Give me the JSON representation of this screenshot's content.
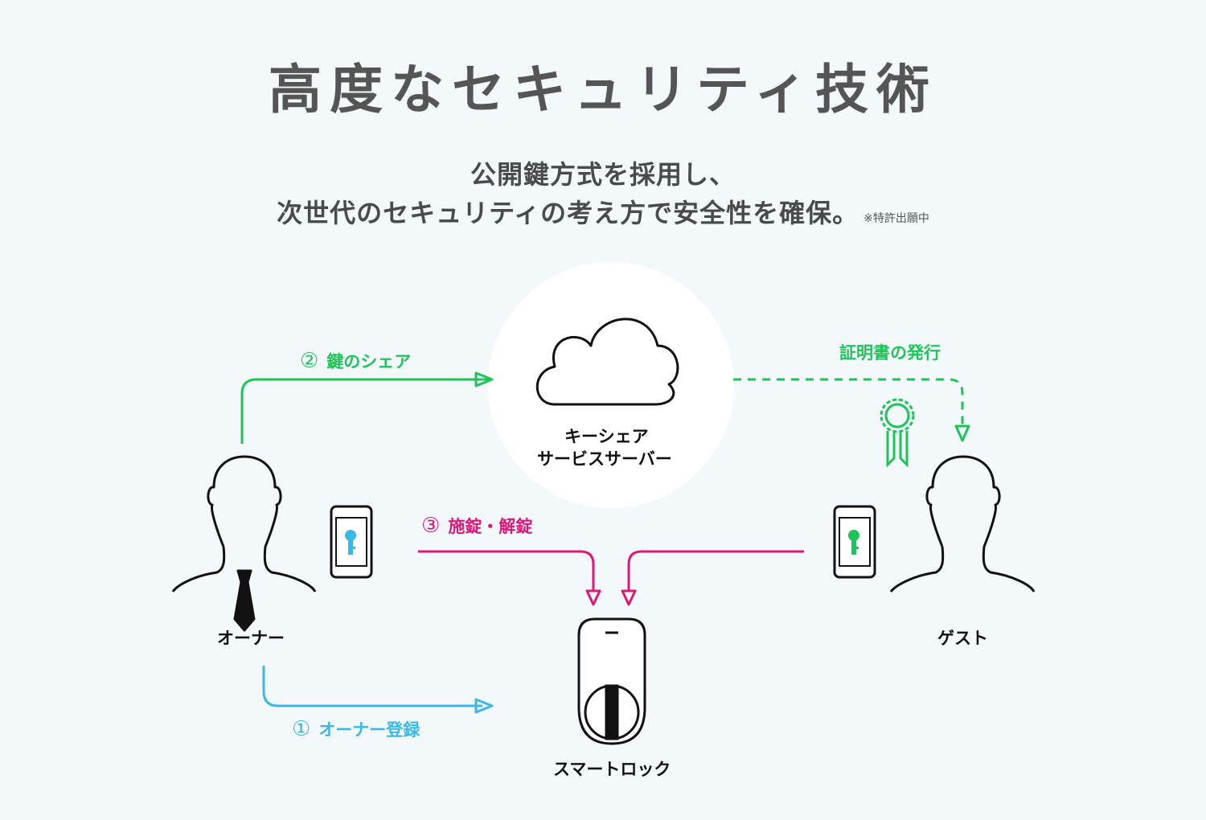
{
  "title": "高度なセキュリティ技術",
  "subtitle_line1": "公開鍵方式を採用し、",
  "subtitle_line2": "次世代のセキュリティの考え方で安全性を確保。",
  "subtitle_note": "※特許出願中",
  "nodes": {
    "server_line1": "キーシェア",
    "server_line2": "サービスサーバー",
    "owner": "オーナー",
    "guest": "ゲスト",
    "lock": "スマートロック"
  },
  "flows": {
    "share": {
      "num": "②",
      "text": "鍵のシェア",
      "color": "#22c25a"
    },
    "certificate": {
      "text": "証明書の発行",
      "color": "#22c25a"
    },
    "lock_unlock": {
      "num": "③",
      "text": "施錠・解錠",
      "color": "#e0177a"
    },
    "register": {
      "num": "①",
      "text": "オーナー登録",
      "color": "#3bb8e6"
    }
  },
  "icons": {
    "owner_key_color": "#3bb8e6",
    "guest_key_color": "#22c25a",
    "badge_color": "#22c25a"
  }
}
